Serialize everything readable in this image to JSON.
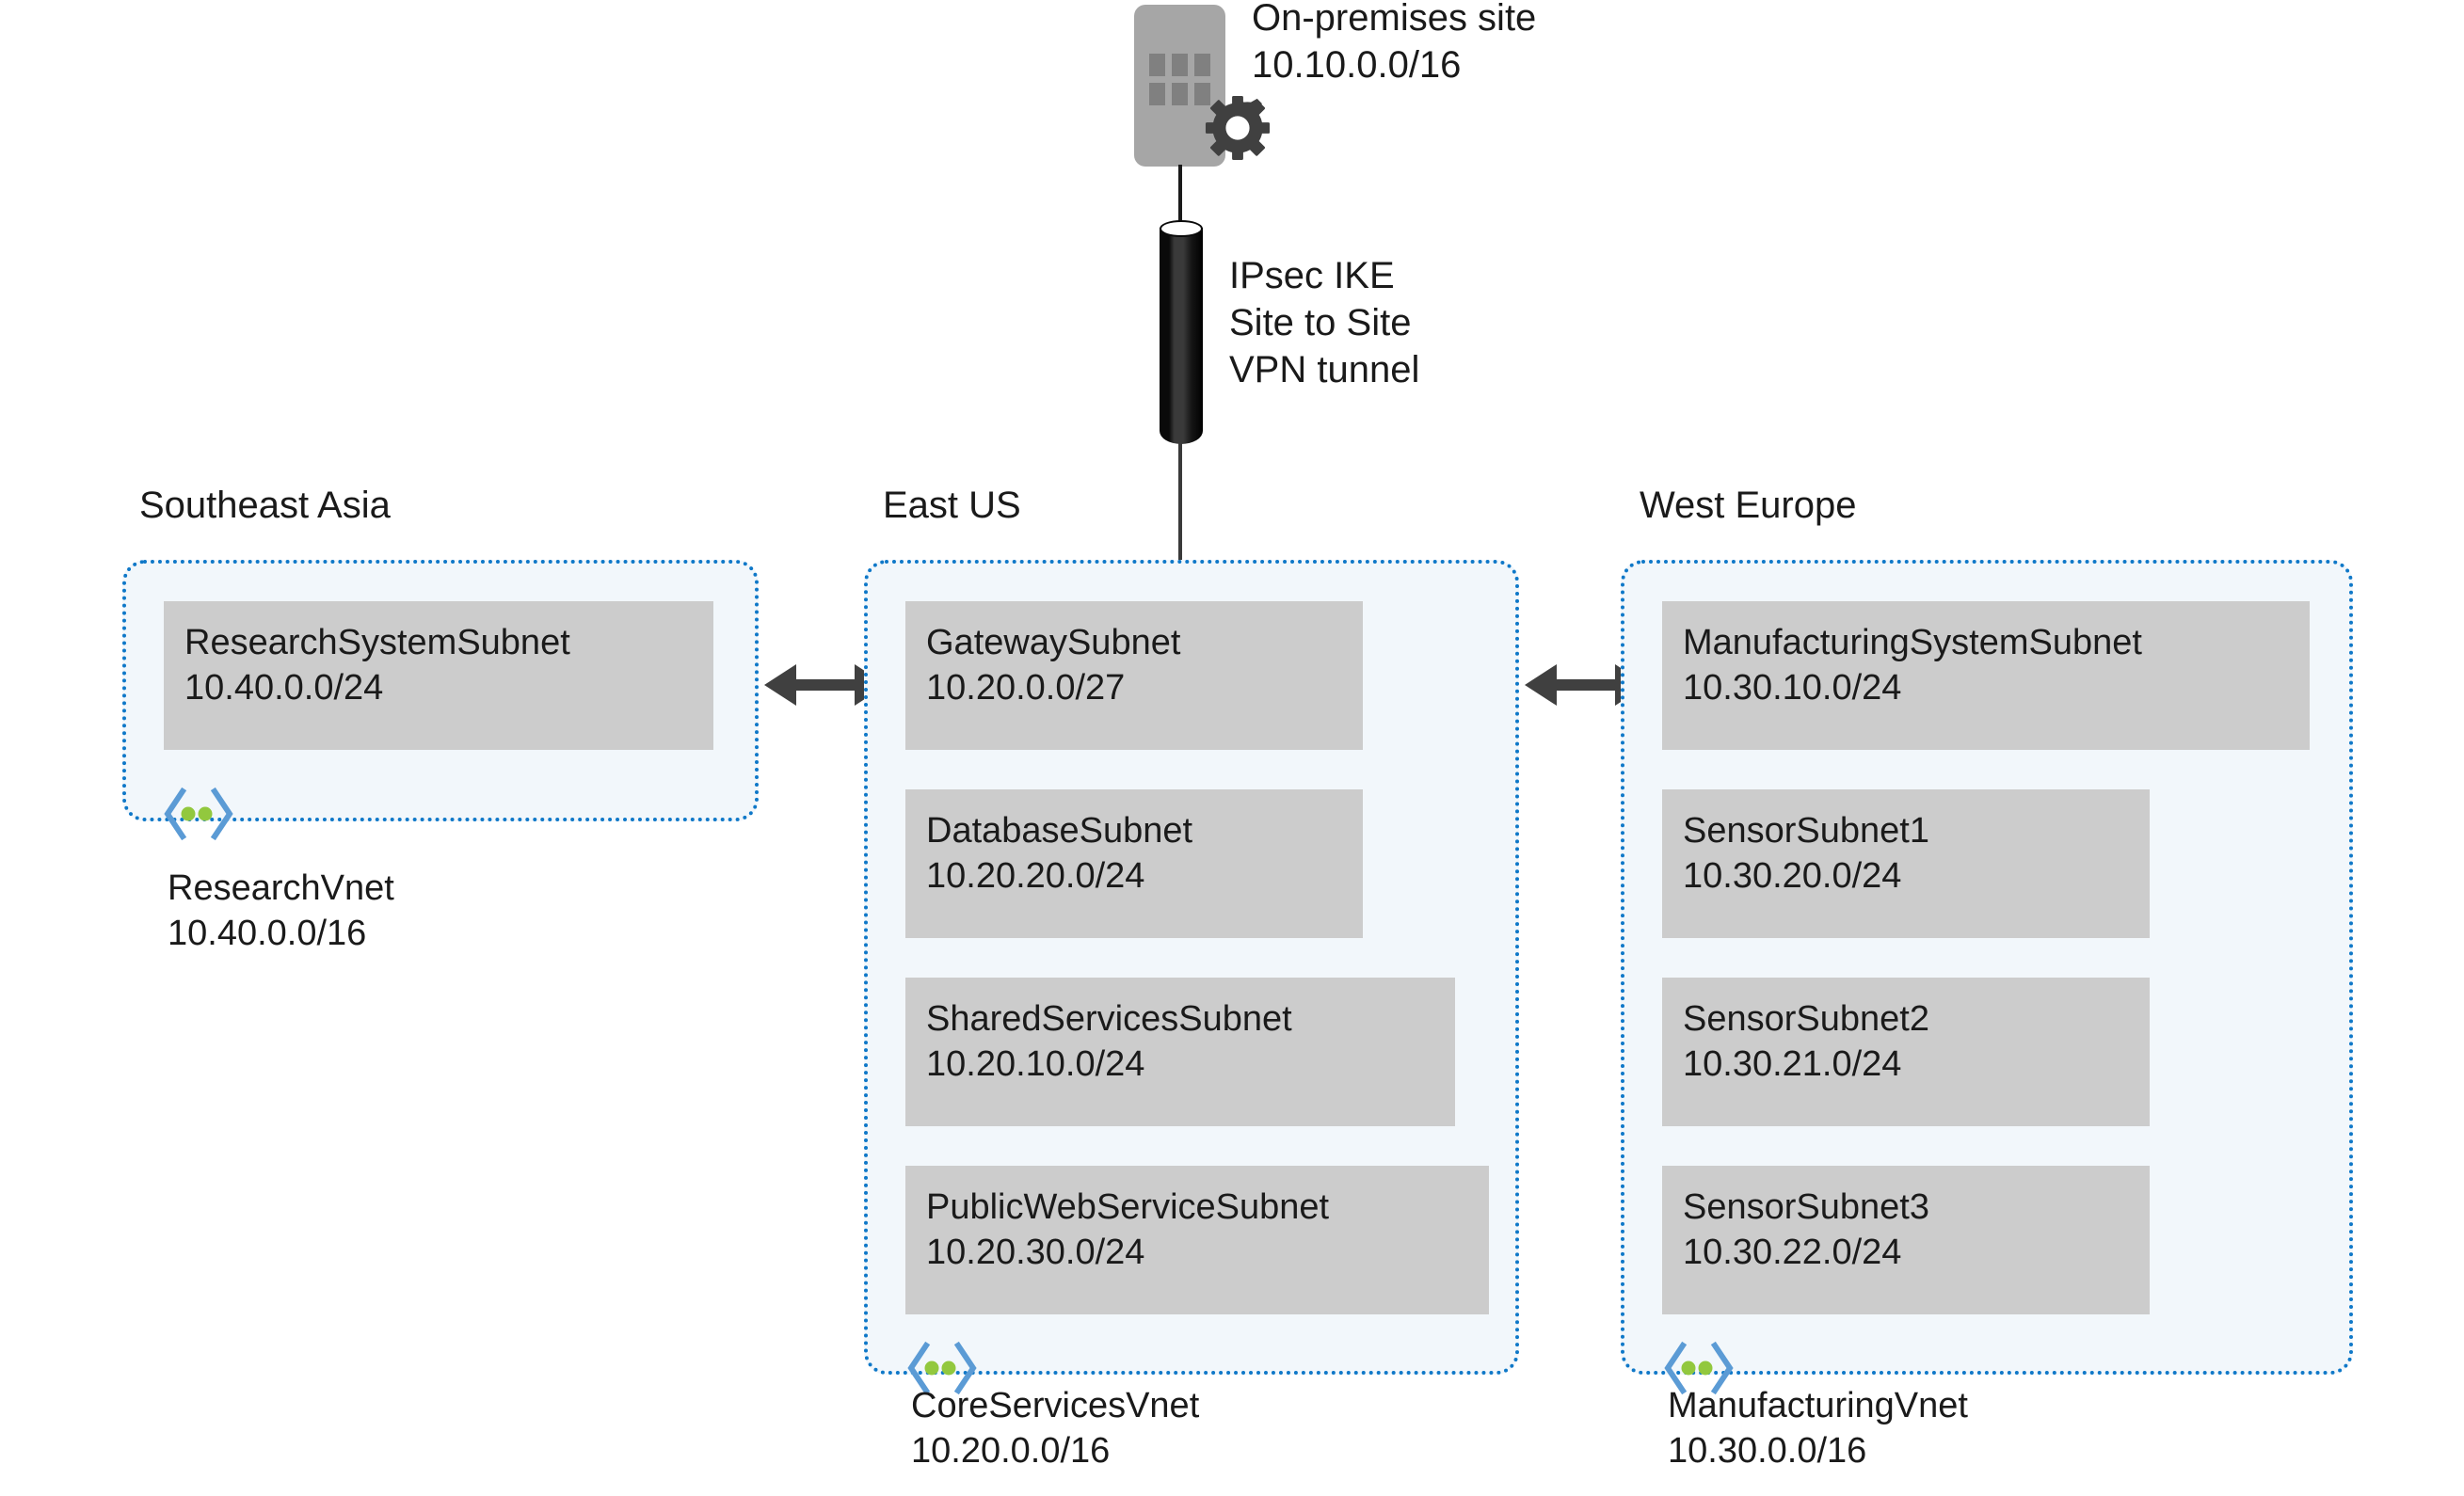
{
  "colors": {
    "vnet_border": "#0f78c8",
    "vnet_fill": "#f2f7fb",
    "subnet_fill": "#cccccc",
    "building": "#a6a6a6",
    "building_window": "#808080",
    "gear": "#404040",
    "arrow": "#404040",
    "tunnel": "#0a0a0a",
    "icon_chevron": "#5b9bd5",
    "icon_dot": "#92c83e",
    "text": "#1a1a1a"
  },
  "onpremises": {
    "icon": "server-building-icon",
    "gear_icon": "gear-icon",
    "name": "On-premises site",
    "cidr": "10.10.0.0/16"
  },
  "tunnel": {
    "icon": "vpn-tunnel-icon",
    "line1": "IPsec IKE",
    "line2": "Site to Site",
    "line3": "VPN tunnel"
  },
  "connections": [
    {
      "name": "peering-research-coreservices",
      "icon": "double-arrow-icon",
      "from": "ResearchVnet",
      "to": "CoreServicesVnet"
    },
    {
      "name": "peering-coreservices-manufacturing",
      "icon": "double-arrow-icon",
      "from": "CoreServicesVnet",
      "to": "ManufacturingVnet"
    }
  ],
  "regions": [
    {
      "id": "southeast-asia",
      "label": "Southeast Asia",
      "vnet": {
        "icon": "vnet-icon",
        "name": "ResearchVnet",
        "cidr": "10.40.0.0/16"
      },
      "subnets": [
        {
          "name": "ResearchSystemSubnet",
          "cidr": "10.40.0.0/24"
        }
      ]
    },
    {
      "id": "east-us",
      "label": "East US",
      "vnet": {
        "icon": "vnet-icon",
        "name": "CoreServicesVnet",
        "cidr": "10.20.0.0/16"
      },
      "subnets": [
        {
          "name": "GatewaySubnet",
          "cidr": "10.20.0.0/27"
        },
        {
          "name": "DatabaseSubnet",
          "cidr": "10.20.20.0/24"
        },
        {
          "name": "SharedServicesSubnet",
          "cidr": "10.20.10.0/24"
        },
        {
          "name": "PublicWebServiceSubnet",
          "cidr": "10.20.30.0/24"
        }
      ]
    },
    {
      "id": "west-europe",
      "label": "West Europe",
      "vnet": {
        "icon": "vnet-icon",
        "name": "ManufacturingVnet",
        "cidr": "10.30.0.0/16"
      },
      "subnets": [
        {
          "name": "ManufacturingSystemSubnet",
          "cidr": "10.30.10.0/24"
        },
        {
          "name": "SensorSubnet1",
          "cidr": "10.30.20.0/24"
        },
        {
          "name": "SensorSubnet2",
          "cidr": "10.30.21.0/24"
        },
        {
          "name": "SensorSubnet3",
          "cidr": "10.30.22.0/24"
        }
      ]
    }
  ]
}
